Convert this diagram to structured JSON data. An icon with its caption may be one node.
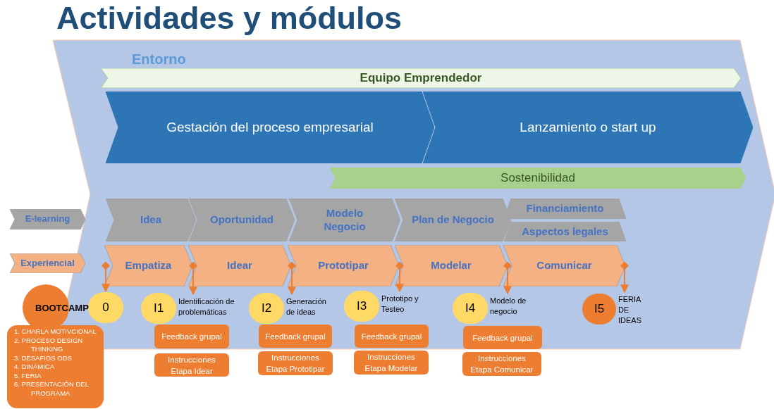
{
  "diagram": {
    "title": "Actividades y módulos",
    "nodes": [
      {
        "text": [
          "Entorno"
        ]
      },
      {
        "text": [
          "Equipo Emprendedor"
        ],
        "in": 0
      },
      {
        "text": [
          "Gestación del proceso empresarial"
        ],
        "in": 0
      },
      {
        "text": [
          "Lanzamiento o start up"
        ],
        "in": 0
      },
      {
        "text": [
          "Sostenibilidad"
        ],
        "in": 0
      },
      {
        "text": [
          "E-learning"
        ]
      },
      {
        "text": [
          "Idea"
        ],
        "in": 0
      },
      {
        "text": [
          "Oportunidad"
        ],
        "in": 0
      },
      {
        "text": [
          "Modelo Negocio"
        ],
        "in": 0
      },
      {
        "text": [
          "Plan de Negocio"
        ],
        "in": 0
      },
      {
        "text": [
          "Financiamiento"
        ],
        "in": 0
      },
      {
        "text": [
          "Aspectos legales"
        ],
        "in": 0
      },
      {
        "text": [
          "Experiencial"
        ]
      },
      {
        "text": [
          "Empatiza"
        ],
        "in": 0
      },
      {
        "text": [
          "Idear"
        ],
        "in": 0
      },
      {
        "text": [
          "Prototipar"
        ],
        "in": 0
      },
      {
        "text": [
          "Modelar"
        ],
        "in": 0
      },
      {
        "text": [
          "Comunicar"
        ],
        "in": 0
      },
      {
        "text": [
          "BOOTCAMP"
        ]
      },
      {
        "text": [
          "0"
        ],
        "in": 0
      },
      {
        "text": [
          "I1"
        ],
        "beside": [
          "Identificación de problemáticas"
        ],
        "in": 0
      },
      {
        "text": [
          "I2"
        ],
        "beside": [
          "Generación de ideas"
        ],
        "in": 0
      },
      {
        "text": [
          "I3"
        ],
        "beside": [
          "Prototipo y Testeo"
        ],
        "in": 0
      },
      {
        "text": [
          "I4"
        ],
        "beside": [
          "Modelo de negocio"
        ],
        "in": 0
      },
      {
        "text": [
          "I5"
        ],
        "beside": [
          "FERIA DE IDEAS"
        ],
        "in": 0
      },
      {
        "text": [
          "1. CHARLA MOTIVCIONAL",
          "2. PROCESO DESIGN THINKING",
          "3. DESAFIOS ODS",
          "4. DINÁMICA",
          "5. FERIA",
          "6. PRESENTACIÓN DEL PROGRAMA"
        ]
      },
      {
        "text": [
          "Feedback grupal"
        ],
        "in": 0
      },
      {
        "text": [
          "Instrucciones Etapa Idear"
        ]
      },
      {
        "text": [
          "Feedback grupal"
        ],
        "in": 0
      },
      {
        "text": [
          "Instrucciones Etapa Prototipar"
        ]
      },
      {
        "text": [
          "Feedback grupal"
        ],
        "in": 0
      },
      {
        "text": [
          "Instrucciones Etapa Modelar"
        ]
      },
      {
        "text": [
          "Feedback grupal"
        ],
        "in": 0
      },
      {
        "text": [
          "Instrucciones Etapa Comunicar"
        ]
      }
    ],
    "edges": [
      {
        "from": 13,
        "to": 19,
        "arrow": "to"
      },
      {
        "from": 14,
        "to": 20,
        "arrow": "to"
      },
      {
        "from": 15,
        "to": 21,
        "arrow": "to"
      },
      {
        "from": 16,
        "to": 22,
        "arrow": "to"
      },
      {
        "from": 17,
        "to": 23,
        "arrow": "to"
      },
      {
        "from": 17,
        "to": 24,
        "arrow": "to"
      }
    ]
  }
}
